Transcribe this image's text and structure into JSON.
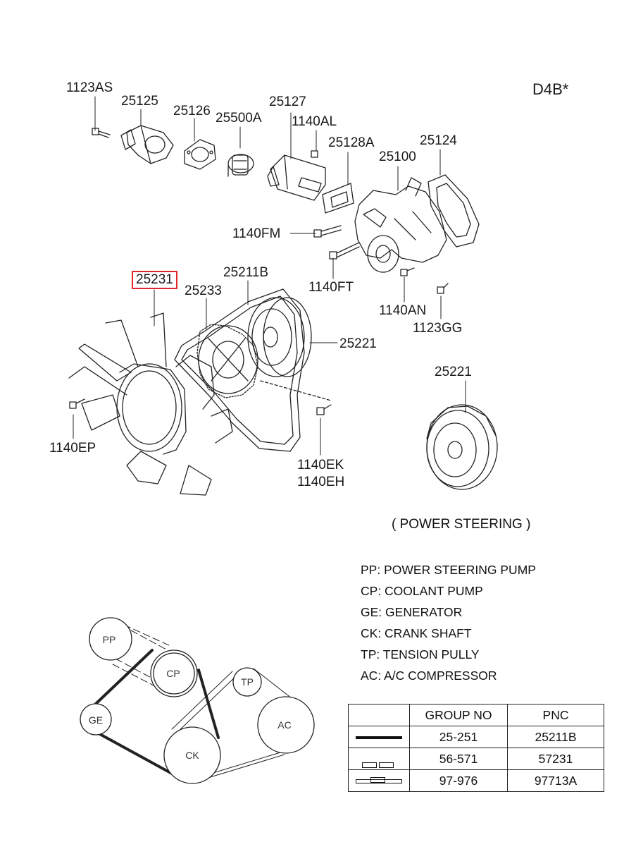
{
  "engine_code": "D4B*",
  "parts": {
    "p1123AS": "1123AS",
    "p25125": "25125",
    "p25126": "25126",
    "p25500A": "25500A",
    "p25127": "25127",
    "p1140AL": "1140AL",
    "p25128A": "25128A",
    "p25100": "25100",
    "p25124": "25124",
    "p1140FM": "1140FM",
    "p1140FT": "1140FT",
    "p1140AN": "1140AN",
    "p1123GG": "1123GG",
    "p25231": "25231",
    "p25211B": "25211B",
    "p25233": "25233",
    "p25221": "25221",
    "p25221_ps": "25221",
    "p1140EP": "1140EP",
    "p1140EK": "1140EK",
    "p1140EH": "1140EH"
  },
  "highlighted_part": "25231",
  "power_steering_caption": "( POWER STEERING )",
  "legend": [
    {
      "code": "PP",
      "desc": "POWER STEERING PUMP"
    },
    {
      "code": "CP",
      "desc": "COOLANT PUMP"
    },
    {
      "code": "GE",
      "desc": "GENERATOR"
    },
    {
      "code": "CK",
      "desc": "CRANK SHAFT"
    },
    {
      "code": "TP",
      "desc": "TENSION PULLY"
    },
    {
      "code": "AC",
      "desc": "A/C COMPRESSOR"
    }
  ],
  "pulleys": {
    "pp": "PP",
    "cp": "CP",
    "ge": "GE",
    "ck": "CK",
    "tp": "TP",
    "ac": "AC"
  },
  "belt_table": {
    "headers": {
      "line": "",
      "group": "GROUP NO",
      "pnc": "PNC"
    },
    "rows": [
      {
        "line_style": "solid",
        "group": "25-251",
        "pnc": "25211B"
      },
      {
        "line_style": "dashed",
        "group": "56-571",
        "pnc": "57231"
      },
      {
        "line_style": "open",
        "group": "97-976",
        "pnc": "97713A"
      }
    ]
  },
  "colors": {
    "highlight": "#e0262b",
    "ink": "#1a1a1a"
  }
}
